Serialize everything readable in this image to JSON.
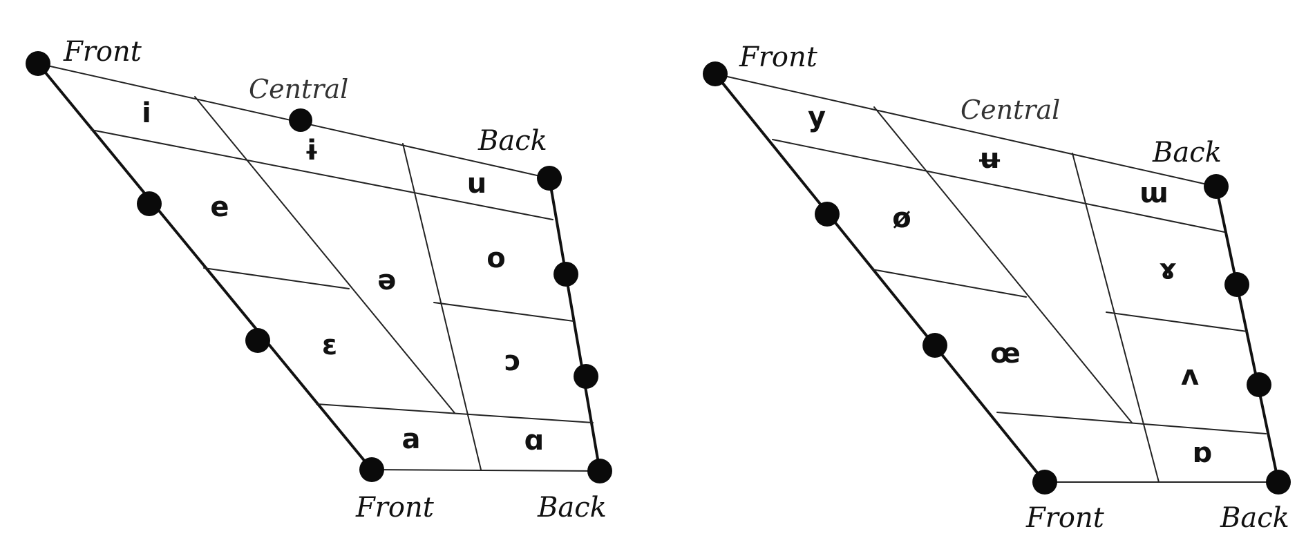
{
  "unrounded_chart": {
    "labels": {
      "top_front": "Front",
      "top_central": "Central",
      "top_back": "Back",
      "bottom_front": "Front",
      "bottom_back": "Back"
    },
    "vowels": [
      "i",
      "ɨ",
      "u",
      "e",
      "o",
      "ə",
      "ɛ",
      "ɔ",
      "a",
      "ɑ"
    ]
  },
  "rounded_chart": {
    "labels": {
      "top_front": "Front",
      "top_central": "Central",
      "top_back": "Back",
      "bottom_front": "Front",
      "bottom_back": "Back"
    },
    "vowels": [
      "y",
      "ʉ",
      "ɯ",
      "ø",
      "ɤ",
      "œ",
      "ʌ",
      "ɒ"
    ]
  }
}
